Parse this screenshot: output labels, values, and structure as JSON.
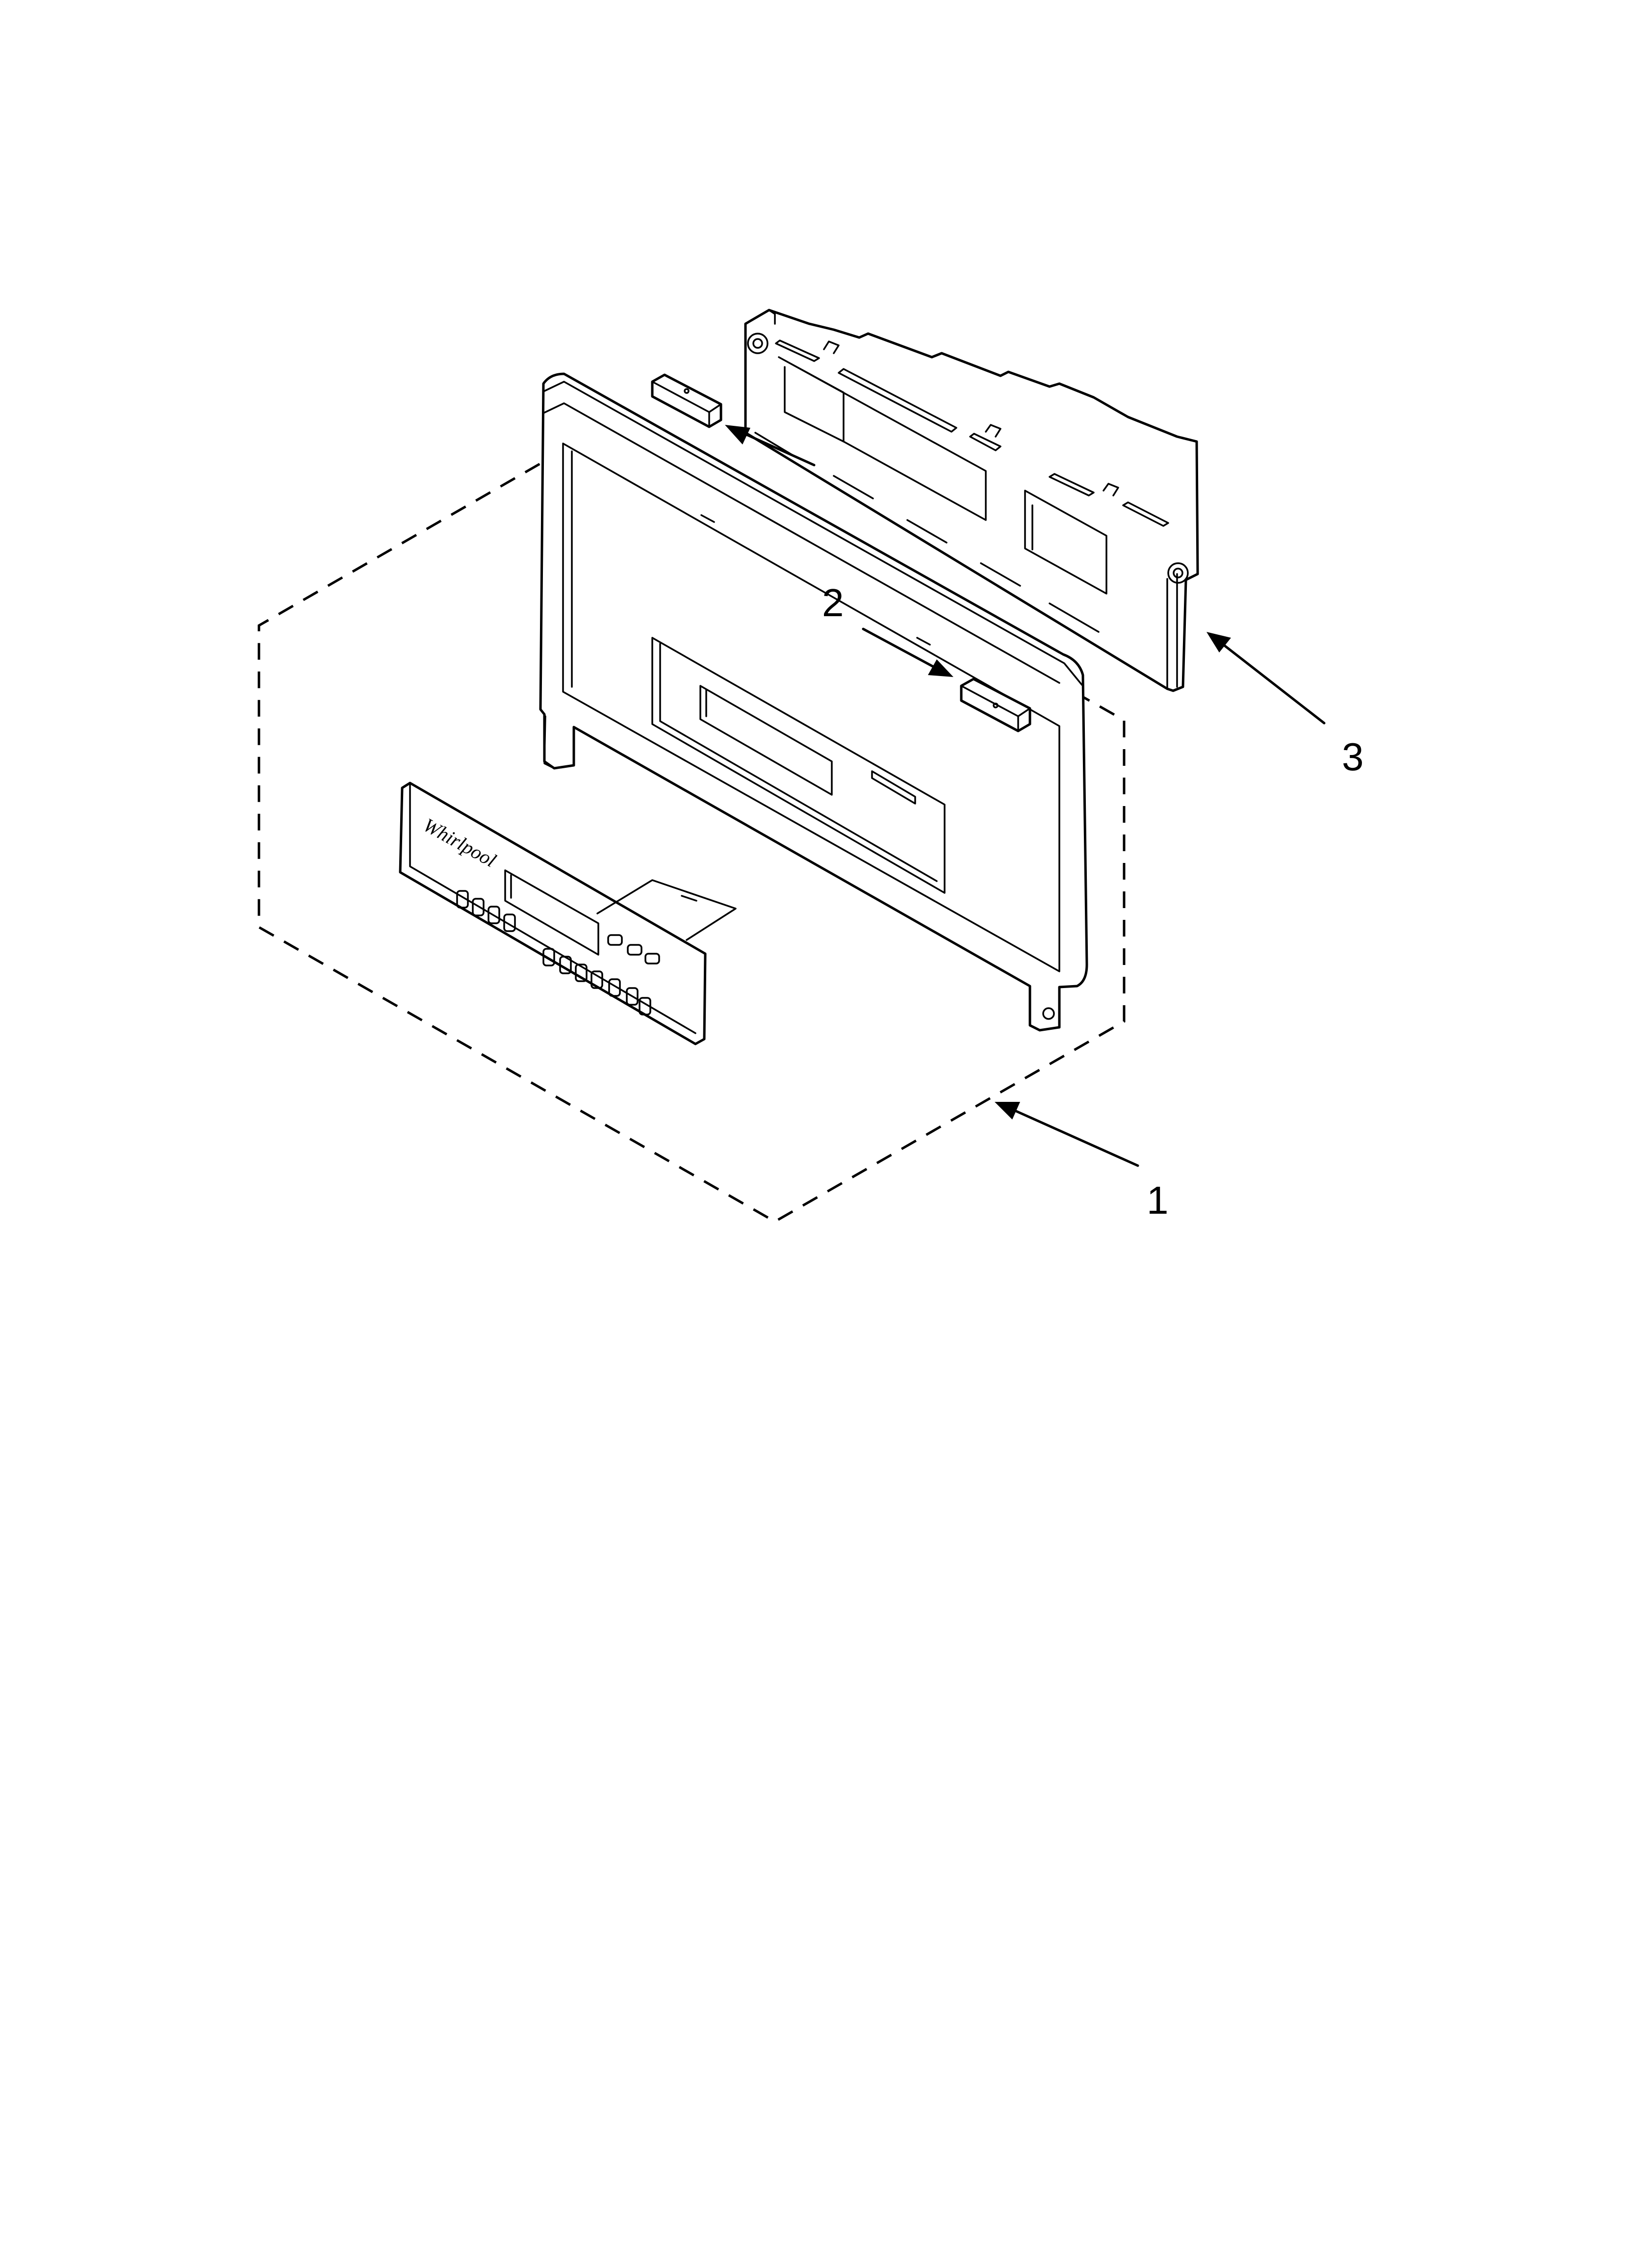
{
  "diagram": {
    "callouts": [
      {
        "id": "1",
        "label": "1"
      },
      {
        "id": "2",
        "label": "2"
      },
      {
        "id": "3",
        "label": "3"
      }
    ],
    "overlay_logo_text": "Whirlpool"
  }
}
